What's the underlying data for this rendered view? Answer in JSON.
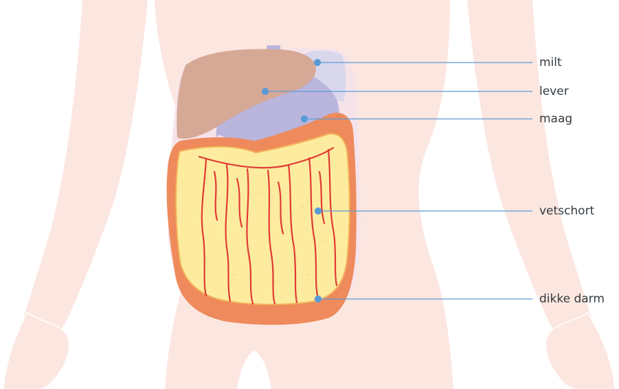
{
  "labels": {
    "milt": "milt",
    "lever": "lever",
    "maag": "maag",
    "vetschort": "vetschort",
    "dikke_darm": "dikke darm"
  },
  "colors": {
    "skin": "#fce6e0",
    "liver": "#d6a896",
    "stomach": "#b9b5dd",
    "spleen": "#d9d7ec",
    "colon": "#ee8a5c",
    "omentum": "#fdeb9f",
    "vessels": "#e03a33",
    "leader_line": "#5b9bd5"
  }
}
